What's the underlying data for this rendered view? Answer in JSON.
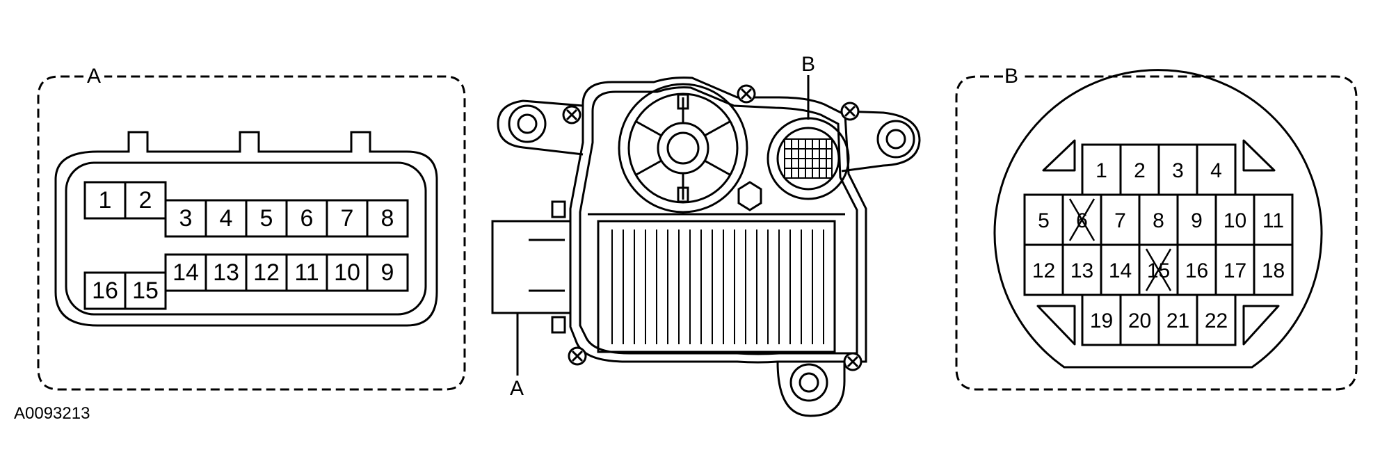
{
  "labels": {
    "panel_a": "A",
    "panel_b": "B",
    "callout_a": "A",
    "callout_b": "B",
    "figure_id": "A0093213"
  },
  "connector_a": {
    "top_row": [
      "1",
      "2",
      "3",
      "4",
      "5",
      "6",
      "7",
      "8"
    ],
    "bottom_row": [
      "16",
      "15",
      "14",
      "13",
      "12",
      "11",
      "10",
      "9"
    ]
  },
  "connector_b": {
    "rows": [
      [
        "1",
        "2",
        "3",
        "4"
      ],
      [
        "5",
        "6",
        "7",
        "8",
        "9",
        "10",
        "11"
      ],
      [
        "12",
        "13",
        "14",
        "15",
        "16",
        "17",
        "18"
      ],
      [
        "19",
        "20",
        "21",
        "22"
      ]
    ],
    "crossed_pins": [
      "6",
      "15"
    ]
  }
}
